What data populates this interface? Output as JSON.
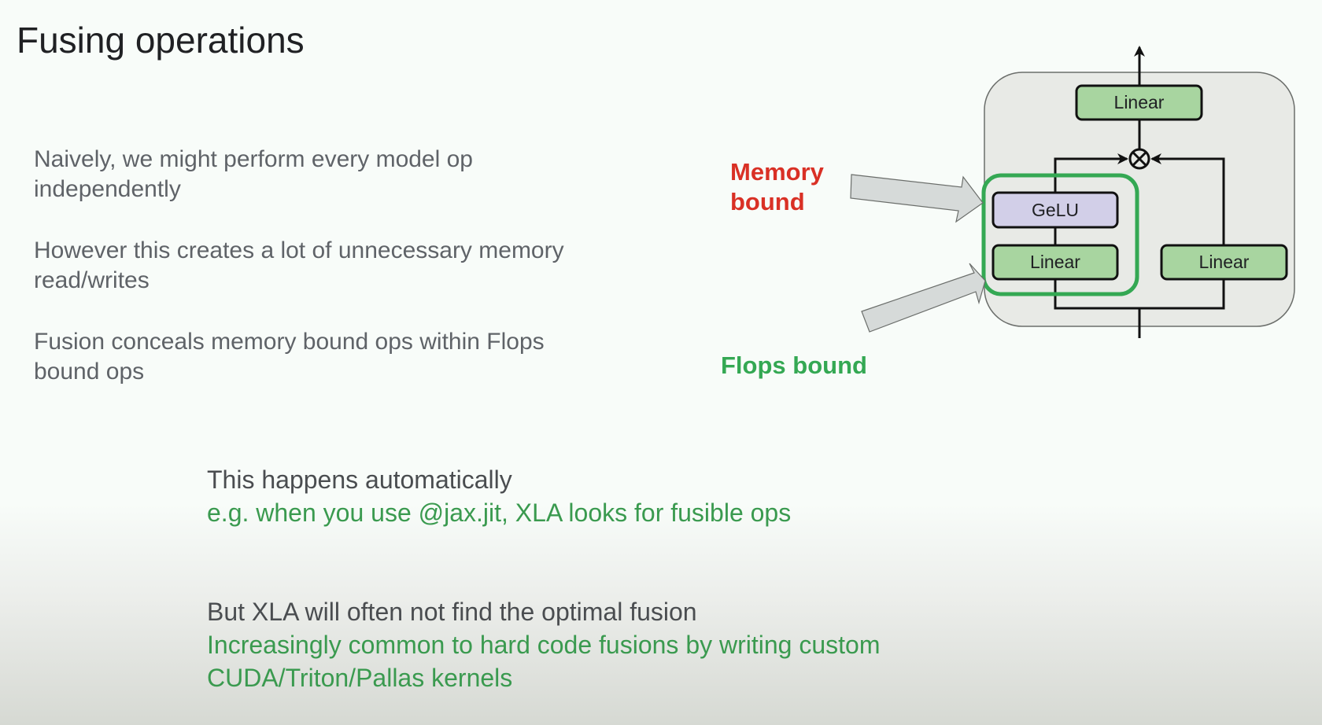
{
  "slide": {
    "title": "Fusing operations",
    "bullets": [
      {
        "lines": [
          "Naively, we might perform every model op",
          "independently"
        ]
      },
      {
        "lines": [
          "However this creates a lot of unnecessary memory",
          "read/writes"
        ]
      },
      {
        "lines": [
          "Fusion conceals memory bound ops within Flops",
          "bound ops"
        ]
      }
    ],
    "note1": {
      "heading": "This happens automatically",
      "detail": "e.g. when you use @jax.jit, XLA looks for fusible ops"
    },
    "note2": {
      "heading": "But XLA will often not find the optimal fusion",
      "detail_lines": [
        "Increasingly common to hard code fusions by writing custom",
        "CUDA/Triton/Pallas kernels"
      ]
    }
  },
  "diagram": {
    "labels": {
      "memory_bound": [
        "Memory",
        "bound"
      ],
      "flops_bound": "Flops bound"
    },
    "nodes": {
      "top_linear": "Linear",
      "gelu": "GeLU",
      "left_linear": "Linear",
      "right_linear": "Linear",
      "multiply": "⊗"
    },
    "colors": {
      "linear_fill": "#a8d5a0",
      "gelu_fill": "#d2cfe8",
      "fusion_outline": "#34a853",
      "block_fill": "#e8eae6",
      "arrow_fill": "#d6dad9",
      "memory_label": "#d93025",
      "flops_label": "#34a853"
    }
  }
}
